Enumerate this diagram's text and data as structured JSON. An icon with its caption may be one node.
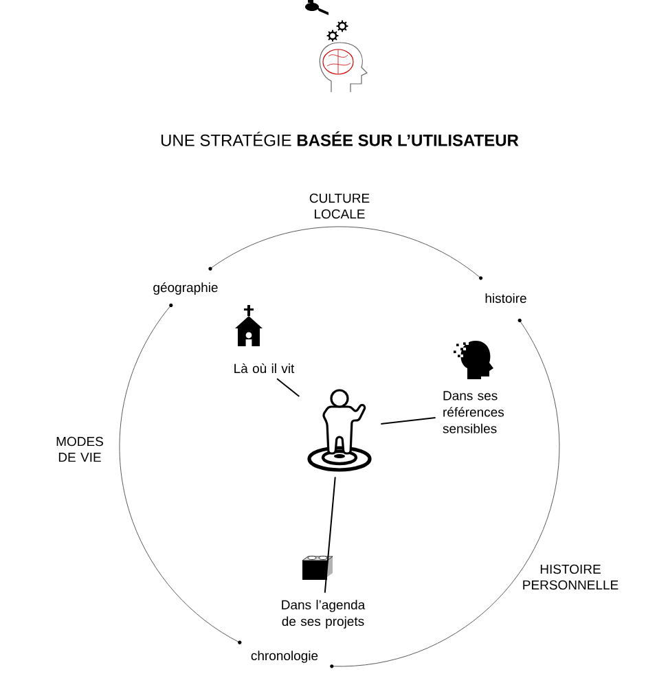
{
  "diagram": {
    "title": "UNE STRATÉGIE **BASÉE SUR L’UTILISATEUR**",
    "nodes": [
      {
        "text": [
          "Là où il vit"
        ]
      },
      {
        "text": [
          "Dans ses références sensibles"
        ]
      },
      {
        "text": [],
        "shape": "picture"
      },
      {
        "text": [
          "Dans l’agenda de ses projets"
        ]
      }
    ],
    "edges": [
      {
        "from": 0,
        "to": 2,
        "arrow": "none"
      },
      {
        "from": 1,
        "to": 2,
        "arrow": "none"
      },
      {
        "from": 3,
        "to": 2,
        "arrow": "none"
      }
    ],
    "labels": [
      "CULTURE LOCALE",
      "géographie",
      "histoire",
      "MODES DE VIE",
      "HISTOIRE PERSONNELLE",
      "chronologie"
    ]
  }
}
